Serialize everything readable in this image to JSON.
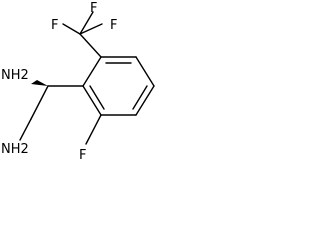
{
  "molecule": {
    "atoms": {
      "f_top_left": "F",
      "f_top_mid": "F",
      "f_top_right": "F",
      "nh2_upper": "NH2",
      "nh2_lower": "NH2",
      "f_ring": "F"
    }
  },
  "colors": {
    "bond": "#000000",
    "text": "#000000",
    "background": "#ffffff"
  }
}
